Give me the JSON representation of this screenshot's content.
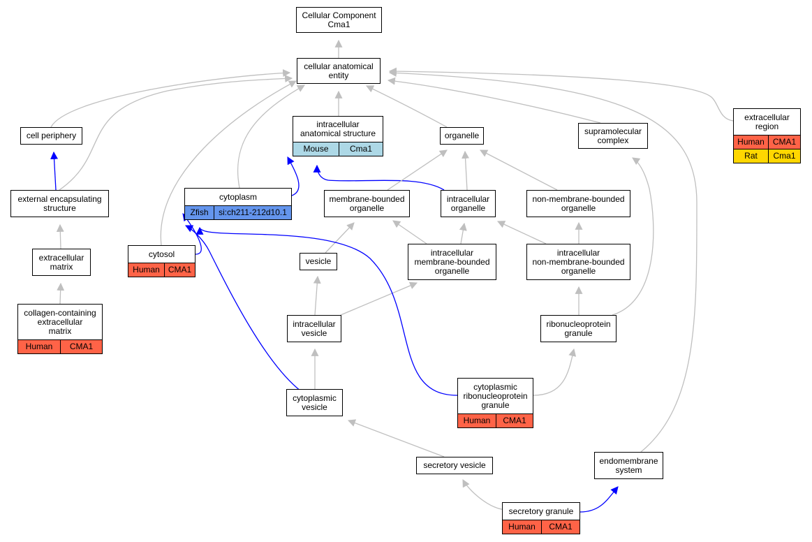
{
  "colors": {
    "edge_gray": "#bfbfbf",
    "edge_blue": "#0000ff",
    "human": "#ff6347",
    "mouse": "#add8e6",
    "zfish": "#6495ed",
    "rat": "#ffd700"
  },
  "nodes": {
    "cellular_component": {
      "label": "Cellular Component\nCma1"
    },
    "cellular_anatomical_entity": {
      "label": "cellular anatomical\nentity"
    },
    "cell_periphery": {
      "label": "cell periphery"
    },
    "intracellular_anatomical_structure": {
      "label": "intracellular\nanatomical structure",
      "anno": [
        {
          "species": "Mouse",
          "gene": "Cma1",
          "color": "#add8e6"
        }
      ]
    },
    "organelle": {
      "label": "organelle"
    },
    "supramolecular_complex": {
      "label": "supramolecular\ncomplex"
    },
    "extracellular_region": {
      "label": "extracellular\nregion",
      "anno": [
        {
          "species": "Human",
          "gene": "CMA1",
          "color": "#ff6347"
        },
        {
          "species": "Rat",
          "gene": "Cma1",
          "color": "#ffd700"
        }
      ]
    },
    "external_encapsulating_structure": {
      "label": "external encapsulating\nstructure"
    },
    "cytoplasm": {
      "label": "cytoplasm",
      "anno": [
        {
          "species": "Zfish",
          "gene": "si:ch211-212d10.1",
          "color": "#6495ed"
        }
      ]
    },
    "membrane_bounded_organelle": {
      "label": "membrane-bounded\norganelle"
    },
    "intracellular_organelle": {
      "label": "intracellular\norganelle"
    },
    "non_membrane_bounded_organelle": {
      "label": "non-membrane-bounded\norganelle"
    },
    "extracellular_matrix": {
      "label": "extracellular\nmatrix"
    },
    "cytosol": {
      "label": "cytosol",
      "anno": [
        {
          "species": "Human",
          "gene": "CMA1",
          "color": "#ff6347"
        }
      ]
    },
    "vesicle": {
      "label": "vesicle"
    },
    "intracellular_membrane_bounded_organelle": {
      "label": "intracellular\nmembrane-bounded\norganelle"
    },
    "intracellular_non_membrane_bounded_organelle": {
      "label": "intracellular\nnon-membrane-bounded\norganelle"
    },
    "collagen_containing_extracellular_matrix": {
      "label": "collagen-containing\nextracellular\nmatrix",
      "anno": [
        {
          "species": "Human",
          "gene": "CMA1",
          "color": "#ff6347"
        }
      ]
    },
    "intracellular_vesicle": {
      "label": "intracellular\nvesicle"
    },
    "ribonucleoprotein_granule": {
      "label": "ribonucleoprotein\ngranule"
    },
    "cytoplasmic_ribonucleoprotein_granule": {
      "label": "cytoplasmic\nribonucleoprotein\ngranule",
      "anno": [
        {
          "species": "Human",
          "gene": "CMA1",
          "color": "#ff6347"
        }
      ]
    },
    "cytoplasmic_vesicle": {
      "label": "cytoplasmic\nvesicle"
    },
    "secretory_vesicle": {
      "label": "secretory vesicle"
    },
    "endomembrane_system": {
      "label": "endomembrane\nsystem"
    },
    "secretory_granule": {
      "label": "secretory granule",
      "anno": [
        {
          "species": "Human",
          "gene": "CMA1",
          "color": "#ff6347"
        }
      ]
    }
  },
  "edges": [
    {
      "from": "cellular_anatomical_entity",
      "to": "cellular_component",
      "kind": "is_a"
    },
    {
      "from": "cell_periphery",
      "to": "cellular_anatomical_entity",
      "kind": "is_a"
    },
    {
      "from": "external_encapsulating_structure",
      "to": "cellular_anatomical_entity",
      "kind": "is_a"
    },
    {
      "from": "cytosol",
      "to": "cellular_anatomical_entity",
      "kind": "is_a"
    },
    {
      "from": "cytoplasm",
      "to": "cellular_anatomical_entity",
      "kind": "is_a"
    },
    {
      "from": "intracellular_anatomical_structure",
      "to": "cellular_anatomical_entity",
      "kind": "is_a"
    },
    {
      "from": "organelle",
      "to": "cellular_anatomical_entity",
      "kind": "is_a"
    },
    {
      "from": "supramolecular_complex",
      "to": "cellular_anatomical_entity",
      "kind": "is_a"
    },
    {
      "from": "endomembrane_system",
      "to": "cellular_anatomical_entity",
      "kind": "is_a"
    },
    {
      "from": "extracellular_region",
      "to": "cellular_anatomical_entity",
      "kind": "is_a"
    },
    {
      "from": "external_encapsulating_structure",
      "to": "cell_periphery",
      "kind": "part_of"
    },
    {
      "from": "extracellular_matrix",
      "to": "external_encapsulating_structure",
      "kind": "is_a"
    },
    {
      "from": "collagen_containing_extracellular_matrix",
      "to": "extracellular_matrix",
      "kind": "is_a"
    },
    {
      "from": "cytoplasm",
      "to": "intracellular_anatomical_structure",
      "kind": "part_of"
    },
    {
      "from": "cytosol",
      "to": "cytoplasm",
      "kind": "part_of"
    },
    {
      "from": "intracellular_organelle",
      "to": "intracellular_anatomical_structure",
      "kind": "part_of"
    },
    {
      "from": "membrane_bounded_organelle",
      "to": "organelle",
      "kind": "is_a"
    },
    {
      "from": "intracellular_organelle",
      "to": "organelle",
      "kind": "is_a"
    },
    {
      "from": "non_membrane_bounded_organelle",
      "to": "organelle",
      "kind": "is_a"
    },
    {
      "from": "vesicle",
      "to": "membrane_bounded_organelle",
      "kind": "is_a"
    },
    {
      "from": "intracellular_membrane_bounded_organelle",
      "to": "membrane_bounded_organelle",
      "kind": "is_a"
    },
    {
      "from": "intracellular_membrane_bounded_organelle",
      "to": "intracellular_organelle",
      "kind": "is_a"
    },
    {
      "from": "intracellular_non_membrane_bounded_organelle",
      "to": "intracellular_organelle",
      "kind": "is_a"
    },
    {
      "from": "intracellular_non_membrane_bounded_organelle",
      "to": "non_membrane_bounded_organelle",
      "kind": "is_a"
    },
    {
      "from": "intracellular_vesicle",
      "to": "vesicle",
      "kind": "is_a"
    },
    {
      "from": "intracellular_vesicle",
      "to": "intracellular_membrane_bounded_organelle",
      "kind": "is_a"
    },
    {
      "from": "ribonucleoprotein_granule",
      "to": "intracellular_non_membrane_bounded_organelle",
      "kind": "is_a"
    },
    {
      "from": "ribonucleoprotein_granule",
      "to": "supramolecular_complex",
      "kind": "is_a"
    },
    {
      "from": "cytoplasmic_ribonucleoprotein_granule",
      "to": "ribonucleoprotein_granule",
      "kind": "is_a"
    },
    {
      "from": "cytoplasmic_ribonucleoprotein_granule",
      "to": "cytoplasm",
      "kind": "part_of"
    },
    {
      "from": "cytoplasmic_vesicle",
      "to": "intracellular_vesicle",
      "kind": "is_a"
    },
    {
      "from": "cytoplasmic_vesicle",
      "to": "cytoplasm",
      "kind": "part_of"
    },
    {
      "from": "secretory_vesicle",
      "to": "cytoplasmic_vesicle",
      "kind": "is_a"
    },
    {
      "from": "secretory_granule",
      "to": "secretory_vesicle",
      "kind": "is_a"
    },
    {
      "from": "secretory_granule",
      "to": "endomembrane_system",
      "kind": "part_of"
    }
  ]
}
